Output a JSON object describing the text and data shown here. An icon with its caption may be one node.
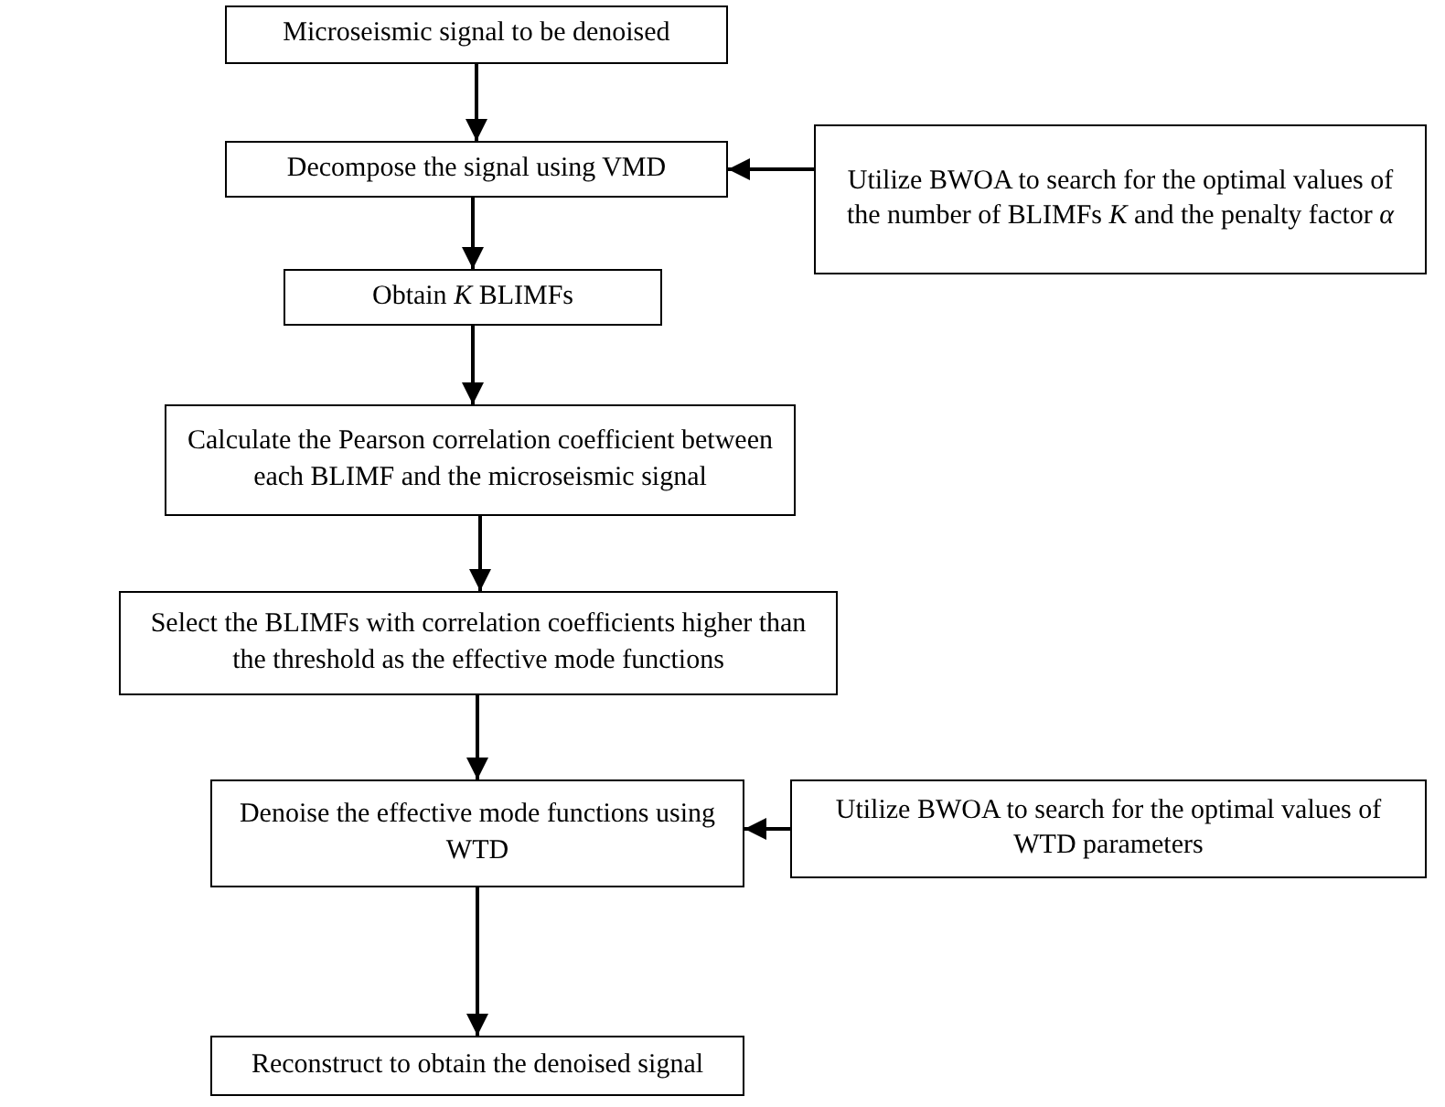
{
  "diagram": {
    "nodes": [
      {
        "text": [
          "Microseismic signal to be denoised"
        ]
      },
      {
        "text": [
          "Decompose the signal using VMD"
        ]
      },
      {
        "text": [
          "Utilize BWOA to search for the optimal values of the number of BLIMFs *K* and the penalty factor *α*"
        ]
      },
      {
        "text": [
          "Obtain *K* BLIMFs"
        ]
      },
      {
        "text": [
          "Calculate the Pearson correlation coefficient between each BLIMF and the microseismic signal"
        ]
      },
      {
        "text": [
          "Select the BLIMFs with correlation coefficients higher than the threshold as the effective mode functions"
        ]
      },
      {
        "text": [
          "Denoise the effective mode functions using WTD"
        ]
      },
      {
        "text": [
          "Utilize BWOA to search for the optimal values of WTD parameters"
        ]
      },
      {
        "text": [
          "Reconstruct to obtain the denoised signal"
        ]
      }
    ],
    "edges": [
      {
        "from": 0,
        "to": 1,
        "arrow": "to"
      },
      {
        "from": 2,
        "to": 1,
        "arrow": "to"
      },
      {
        "from": 1,
        "to": 3,
        "arrow": "to"
      },
      {
        "from": 3,
        "to": 4,
        "arrow": "to"
      },
      {
        "from": 4,
        "to": 5,
        "arrow": "to"
      },
      {
        "from": 5,
        "to": 6,
        "arrow": "to"
      },
      {
        "from": 7,
        "to": 6,
        "arrow": "to"
      },
      {
        "from": 6,
        "to": 8,
        "arrow": "to"
      }
    ]
  }
}
